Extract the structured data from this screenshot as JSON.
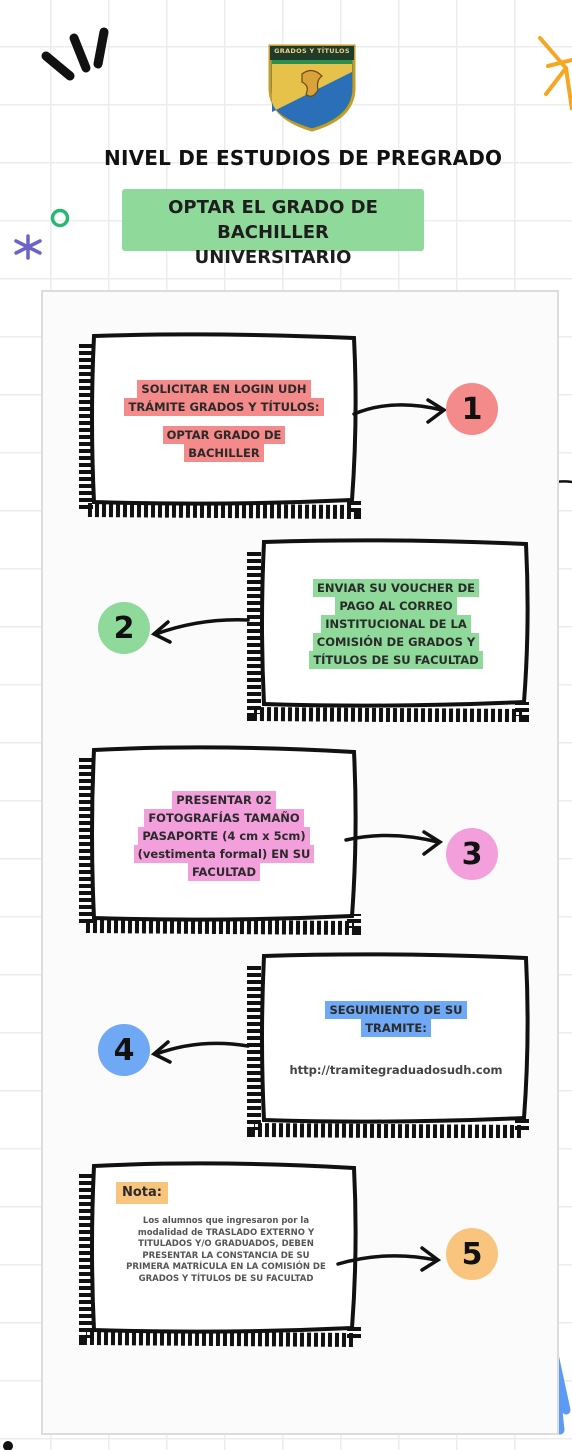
{
  "header": {
    "crest_banner": "GRADOS Y TÍTULOS",
    "title": "NIVEL DE ESTUDIOS DE PREGRADO",
    "subtitle_line1": "OPTAR EL GRADO DE BACHILLER",
    "subtitle_line2": "UNIVERSITARIO"
  },
  "steps": [
    {
      "number": "1",
      "line1": "SOLICITAR EN LOGIN UDH",
      "line2": "TRÁMITE GRADOS Y TÍTULOS:",
      "line3": "OPTAR GRADO DE",
      "line4": "BACHILLER",
      "color": "#f58a8a"
    },
    {
      "number": "2",
      "line1": "ENVIAR SU VOUCHER DE",
      "line2": "PAGO AL CORREO",
      "line3": "INSTITUCIONAL DE LA",
      "line4": "COMISIÓN DE GRADOS Y",
      "line5": "TÍTULOS DE SU FACULTAD",
      "color": "#8fd99a"
    },
    {
      "number": "3",
      "line1": "PRESENTAR 02",
      "line2": "FOTOGRAFÍAS TAMAÑO",
      "line3": "PASAPORTE (4 cm x 5cm)",
      "line4": "(vestimenta formal) EN SU",
      "line5": "FACULTAD",
      "color": "#f29fdc"
    },
    {
      "number": "4",
      "line1": "SEGUIMIENTO DE SU",
      "line2": "TRAMITE:",
      "url": "http://tramitegraduadosudh.com",
      "color": "#6fa8f4"
    },
    {
      "number": "5",
      "note_label": "Nota:",
      "note_line1": "Los alumnos que ingresaron por la",
      "note_line2": "modalidad de TRASLADO EXTERNO Y",
      "note_line3": "TITULADOS Y/O GRADUADOS, DEBEN",
      "note_line4": "PRESENTAR LA CONSTANCIA DE SU",
      "note_line5": "PRIMERA MATRÍCULA EN LA COMISIÓN DE",
      "note_line6": "GRADOS Y TÍTULOS DE SU FACULTAD",
      "color": "#f8c47e"
    }
  ]
}
